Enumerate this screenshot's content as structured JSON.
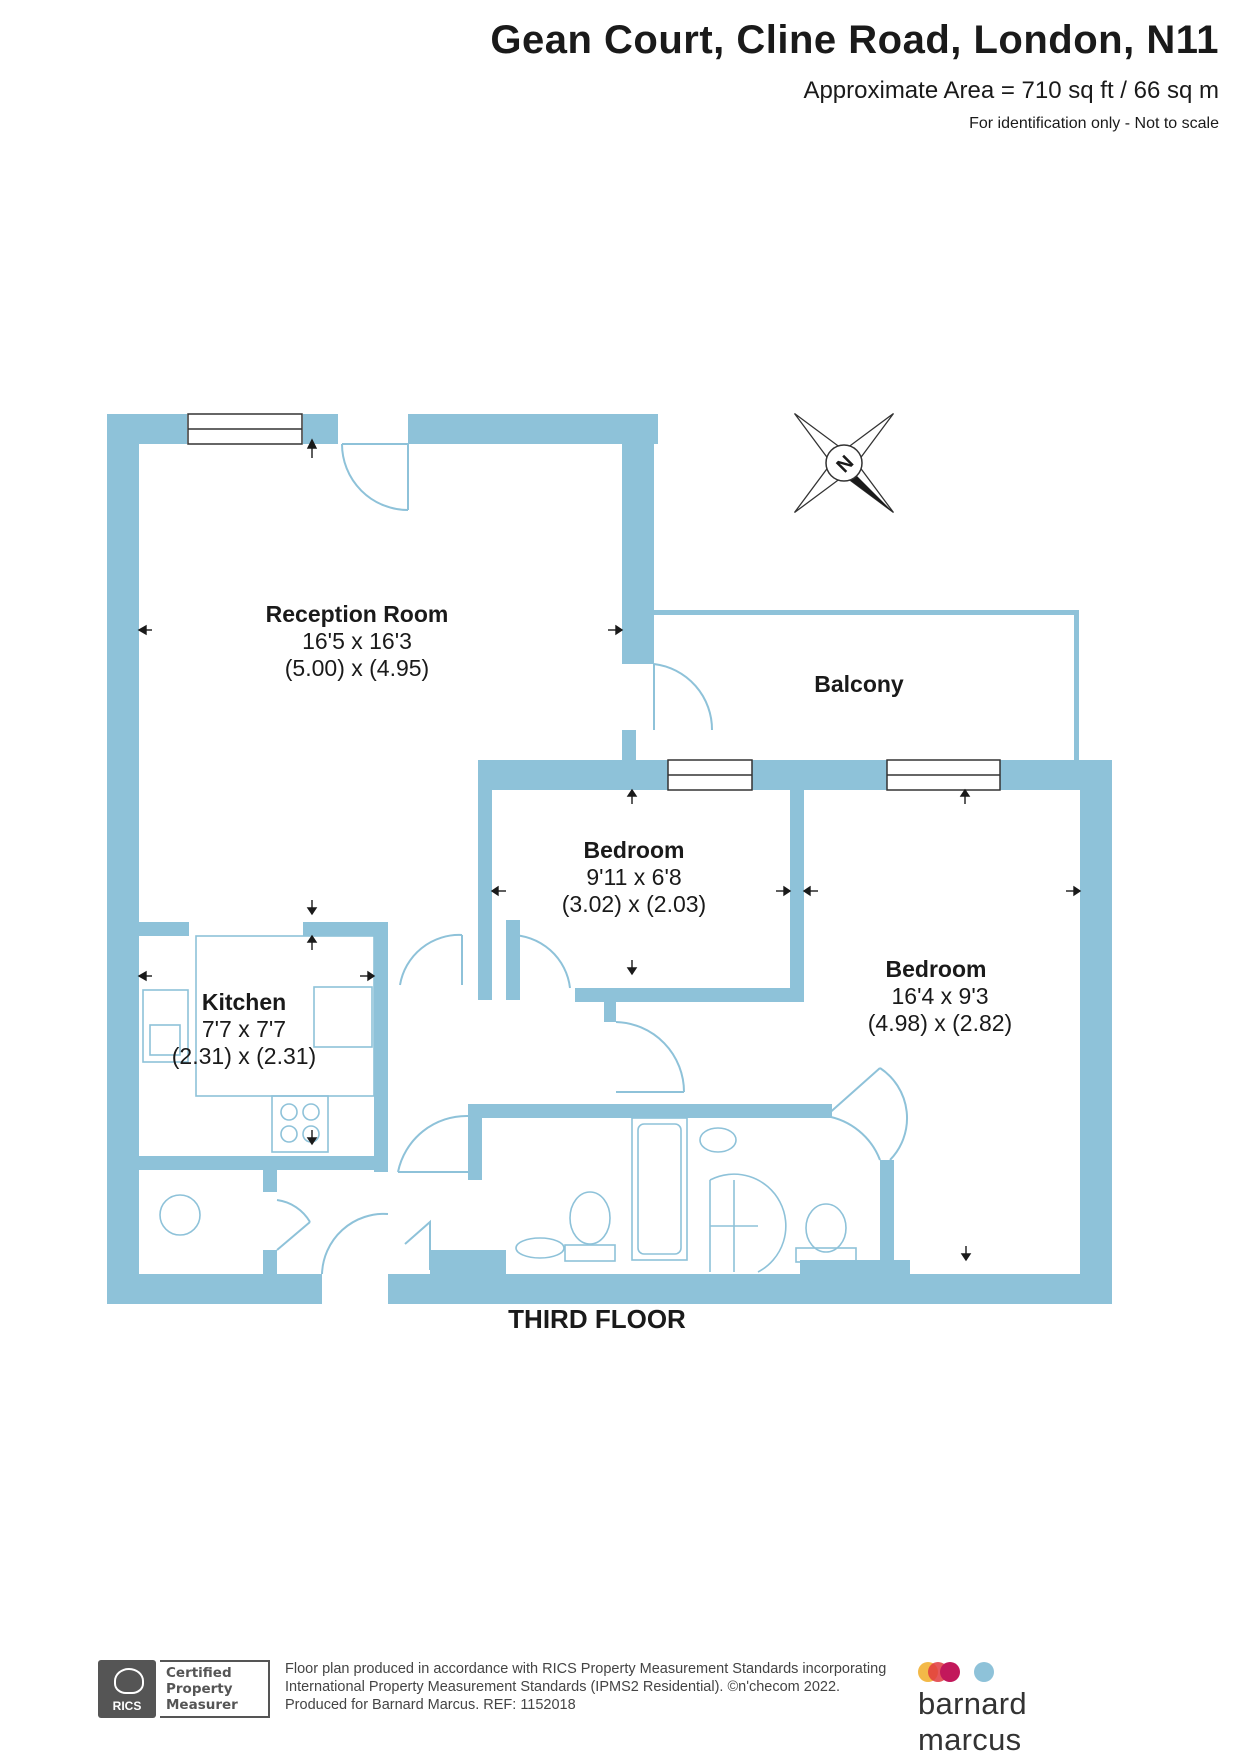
{
  "header": {
    "title": "Gean Court, Cline Road, London, N11",
    "area": "Approximate Area = 710 sq ft / 66 sq m",
    "note": "For identification only - Not to scale"
  },
  "compass": {
    "label": "N",
    "icon": "compass-icon"
  },
  "rooms": {
    "reception": {
      "name": "Reception Room",
      "imperial": "16'5 x 16'3",
      "metric": "(5.00) x (4.95)"
    },
    "balcony": {
      "name": "Balcony"
    },
    "bedroom1": {
      "name": "Bedroom",
      "imperial": "9'11 x 6'8",
      "metric": "(3.02) x (2.03)"
    },
    "bedroom2": {
      "name": "Bedroom",
      "imperial": "16'4 x 9'3",
      "metric": "(4.98) x (2.82)"
    },
    "kitchen": {
      "name": "Kitchen",
      "imperial": "7'7 x 7'7",
      "metric": "(2.31) x (2.31)"
    }
  },
  "floor_label": "THIRD FLOOR",
  "colors": {
    "wall": "#8ec2d9",
    "fixture_line": "#8ec2d9",
    "text": "#1a1a1a"
  },
  "footer": {
    "line1": "Floor plan produced in accordance with RICS Property Measurement Standards incorporating",
    "line2": "International Property Measurement Standards (IPMS2 Residential).  ©nʹchecom 2022.",
    "line3": "Produced for Barnard Marcus.   REF:  1152018"
  },
  "rics": {
    "mark": "RICS",
    "line1": "Certified",
    "line2": "Property",
    "line3": "Measurer"
  },
  "brand": {
    "name": "barnard marcus",
    "dot_colors": [
      "#f2b134",
      "#e0393e",
      "#c2185b",
      "#8ec2d9"
    ]
  }
}
